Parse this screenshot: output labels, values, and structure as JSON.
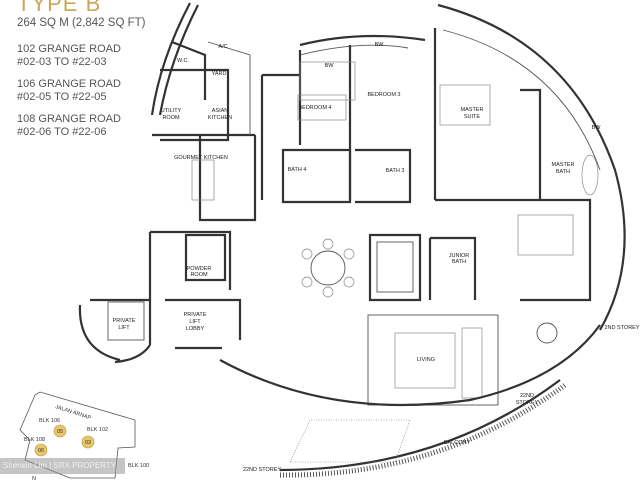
{
  "plan": {
    "title": "TYPE B",
    "area": "264 SQ M (2,842 SQ FT)",
    "addresses": [
      {
        "road": "102 GRANGE ROAD",
        "units": "#02-03 TO #22-03"
      },
      {
        "road": "106 GRANGE ROAD",
        "units": "#02-05 TO #22-05"
      },
      {
        "road": "108 GRANGE ROAD",
        "units": "#02-06 TO #22-06"
      }
    ],
    "rooms": {
      "ac": "A/C",
      "wc": "W.C.",
      "yard": "YARD",
      "utility1": "UTILITY",
      "utility2": "ROOM",
      "asian1": "ASIAN",
      "asian2": "KITCHEN",
      "gourmet": "GOURMET KITCHEN",
      "bw": "BW",
      "bedroom4": "BEDROOM 4",
      "bedroom3": "BEDROOM 3",
      "master1": "MASTER",
      "master2": "SUITE",
      "masterbath1": "MASTER",
      "masterbath2": "BATH",
      "bath4": "BATH 4",
      "bath3": "BATH 3",
      "powder1": "POWDER",
      "powder2": "ROOM",
      "privatelift1": "PRIVATE",
      "privatelift2": "LIFT",
      "lobby1": "PRIVATE",
      "lobby2": "LIFT",
      "lobby3": "LOBBY",
      "junior1": "JUNIOR",
      "junior2": "BATH",
      "living": "LIVING",
      "balcony": "BALCONY",
      "storey2": "2ND STOREY",
      "storey22a": "22ND",
      "storey22b": "STOREY",
      "storey22c": "22ND STOREY"
    },
    "site": {
      "road": "JALAN ARNAP",
      "blocks": [
        "BLK 106",
        "BLK 102",
        "BLK 108",
        "BLK 100"
      ],
      "units": [
        "05",
        "03",
        "06"
      ],
      "north": "N"
    },
    "watermark": "Sherwin Lim | SRX PROPERTY",
    "colors": {
      "accent": "#c9a85a",
      "unit_marker": "#e8c66a"
    }
  }
}
